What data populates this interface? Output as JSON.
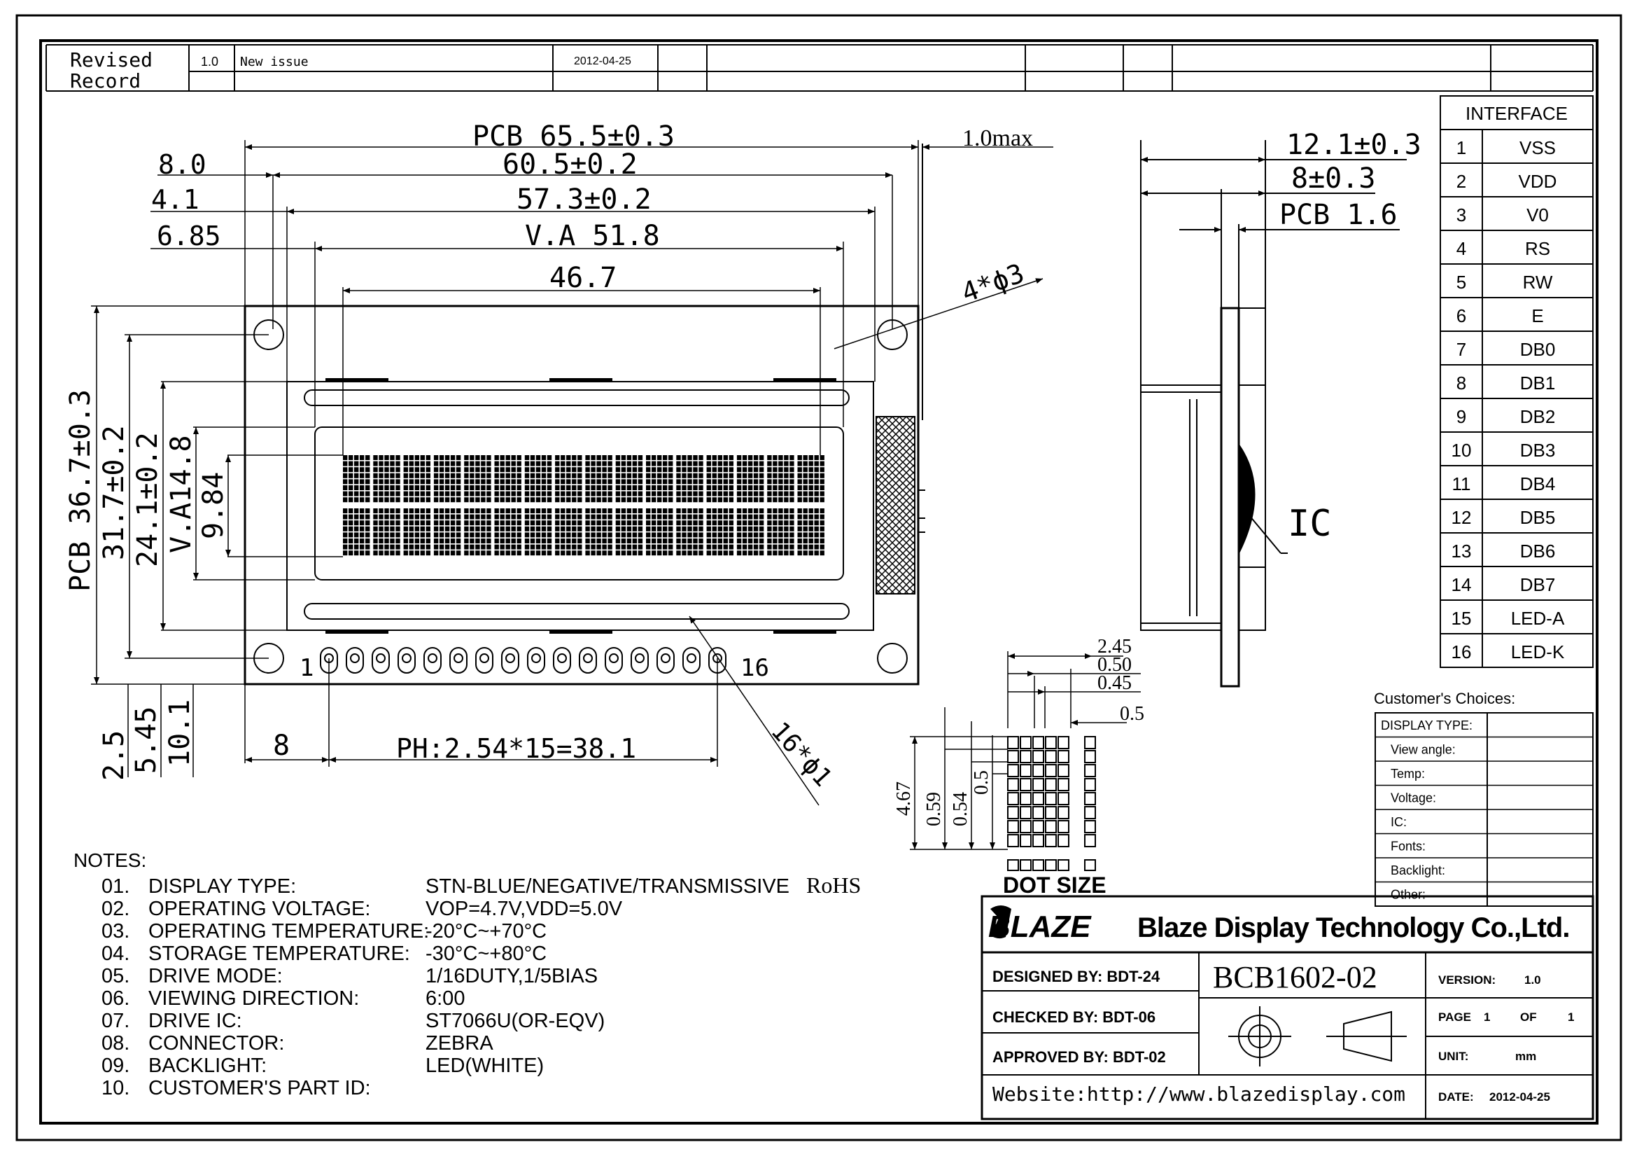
{
  "revision": {
    "label_line1": "Revised",
    "label_line2": "Record",
    "version": "1.0",
    "description": "New issue",
    "date": "2012-04-25"
  },
  "front_view": {
    "pcb_width": "PCB 65.5±0.3",
    "thickness_max": "1.0max",
    "outer_width": "60.5±0.2",
    "bezel_width": "57.3±0.2",
    "va_width": "V.A 51.8",
    "aa_width": "46.7",
    "hole_offset": "8.0",
    "hole_offset2": "4.1",
    "va_offset": "6.85",
    "holes": "4*ϕ3",
    "pcb_height": "PCB 36.7±0.3",
    "hole_pitch_v": "31.7±0.2",
    "bezel_height": "24.1±0.2",
    "va_height": "V.A14.8",
    "aa_height": "9.84",
    "pin_y": "2.5",
    "pin_y2": "5.45",
    "va_y": "10.1",
    "pin_first": "1",
    "pin_last": "16",
    "pin_offset": "8",
    "pin_pitch": "PH:2.54*15=38.1",
    "pin_holes": "16*ϕ1"
  },
  "side_view": {
    "overall": "12.1±0.3",
    "module": "8±0.3",
    "pcb": "PCB 1.6",
    "ic_label": "IC"
  },
  "dot_size": {
    "title": "DOT SIZE",
    "char_w": "2.45",
    "dot_pitch_w": "0.50",
    "dot_w": "0.45",
    "gap_w": "0.5",
    "char_h": "4.67",
    "dot_pitch_h1": "0.59",
    "dot_pitch_h2": "0.54",
    "dot_h": "0.5"
  },
  "interface": {
    "title": "INTERFACE",
    "pins": [
      {
        "num": "1",
        "name": "VSS"
      },
      {
        "num": "2",
        "name": "VDD"
      },
      {
        "num": "3",
        "name": "V0"
      },
      {
        "num": "4",
        "name": "RS"
      },
      {
        "num": "5",
        "name": "RW"
      },
      {
        "num": "6",
        "name": "E"
      },
      {
        "num": "7",
        "name": "DB0"
      },
      {
        "num": "8",
        "name": "DB1"
      },
      {
        "num": "9",
        "name": "DB2"
      },
      {
        "num": "10",
        "name": "DB3"
      },
      {
        "num": "11",
        "name": "DB4"
      },
      {
        "num": "12",
        "name": "DB5"
      },
      {
        "num": "13",
        "name": "DB6"
      },
      {
        "num": "14",
        "name": "DB7"
      },
      {
        "num": "15",
        "name": "LED-A"
      },
      {
        "num": "16",
        "name": "LED-K"
      }
    ]
  },
  "customer_choices": {
    "title": "Customer's Choices:",
    "rows": [
      "DISPLAY TYPE:",
      "View angle:",
      "Temp:",
      "Voltage:",
      "IC:",
      "Fonts:",
      "Backlight:",
      "Other:"
    ]
  },
  "notes": {
    "title": "NOTES:",
    "items": [
      {
        "num": "01.",
        "label": "DISPLAY TYPE:",
        "value": "STN-BLUE/NEGATIVE/TRANSMISSIVE",
        "extra": "RoHS"
      },
      {
        "num": "02.",
        "label": "OPERATING VOLTAGE:",
        "value": "VOP=4.7V,VDD=5.0V",
        "extra": ""
      },
      {
        "num": "03.",
        "label": "OPERATING TEMPERATURE:",
        "value": "-20°C~+70°C",
        "extra": ""
      },
      {
        "num": "04.",
        "label": "STORAGE TEMPERATURE:",
        "value": "-30°C~+80°C",
        "extra": ""
      },
      {
        "num": "05.",
        "label": "DRIVE MODE:",
        "value": "1/16DUTY,1/5BIAS",
        "extra": ""
      },
      {
        "num": "06.",
        "label": "VIEWING DIRECTION:",
        "value": "6:00",
        "extra": ""
      },
      {
        "num": "07.",
        "label": "DRIVE IC:",
        "value": "ST7066U(OR-EQV)",
        "extra": ""
      },
      {
        "num": "08.",
        "label": "CONNECTOR:",
        "value": "ZEBRA",
        "extra": ""
      },
      {
        "num": "09.",
        "label": "BACKLIGHT:",
        "value": "LED(WHITE)",
        "extra": ""
      },
      {
        "num": "10.",
        "label": "CUSTOMER'S PART ID:",
        "value": "",
        "extra": ""
      }
    ]
  },
  "title_block": {
    "logo": "BLAZE",
    "company": "Blaze Display Technology Co.,Ltd.",
    "designed": "DESIGNED BY: BDT-24",
    "checked": "CHECKED BY: BDT-06",
    "approved": "APPROVED BY: BDT-02",
    "part_no": "BCB1602-02",
    "version_label": "VERSION:",
    "version": "1.0",
    "page_label": "PAGE",
    "page": "1",
    "of_label": "OF",
    "of": "1",
    "unit_label": "UNIT:",
    "unit": "mm",
    "date_label": "DATE:",
    "date": "2012-04-25",
    "website": "Website:http://www.blazedisplay.com"
  },
  "colors": {
    "line": "#000000",
    "paper": "#ffffff"
  }
}
